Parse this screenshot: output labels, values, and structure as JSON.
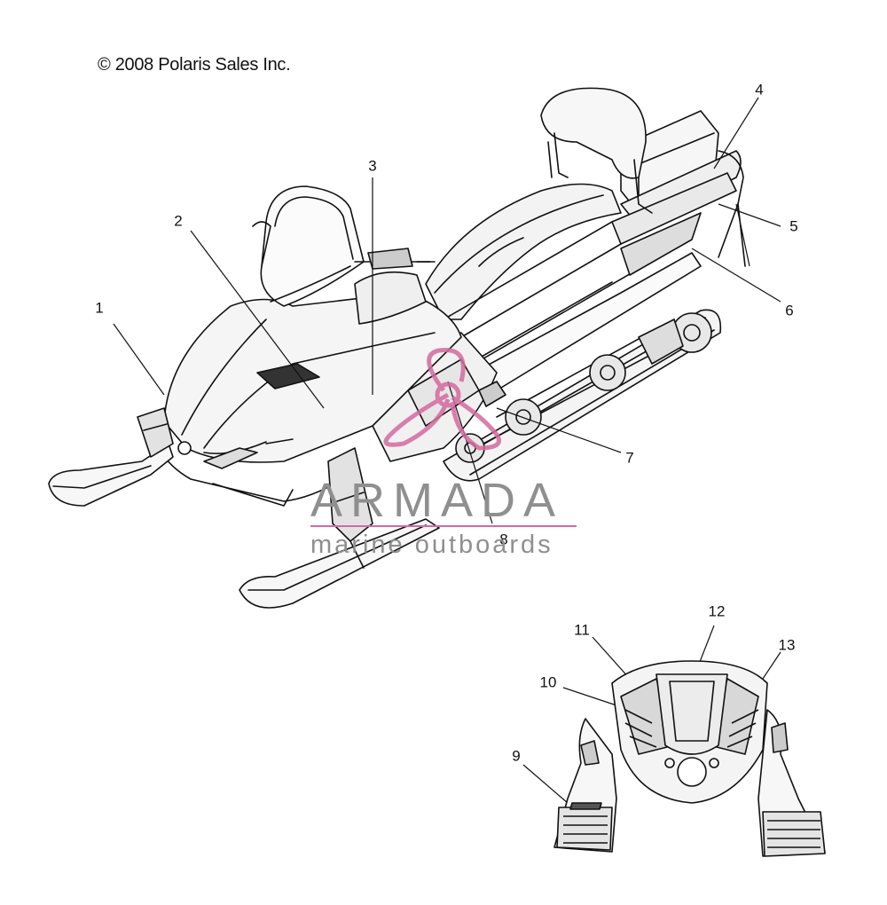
{
  "copyright": "© 2008 Polaris Sales Inc.",
  "callouts": [
    "1",
    "2",
    "3",
    "4",
    "5",
    "6",
    "7",
    "8",
    "9",
    "10",
    "11",
    "12",
    "13"
  ],
  "watermark": {
    "title": "ARMADA",
    "subtitle": "marine outboards",
    "accent_color": "#d46a9f",
    "text_color": "#8f8f8f"
  },
  "line_color": "#111111"
}
